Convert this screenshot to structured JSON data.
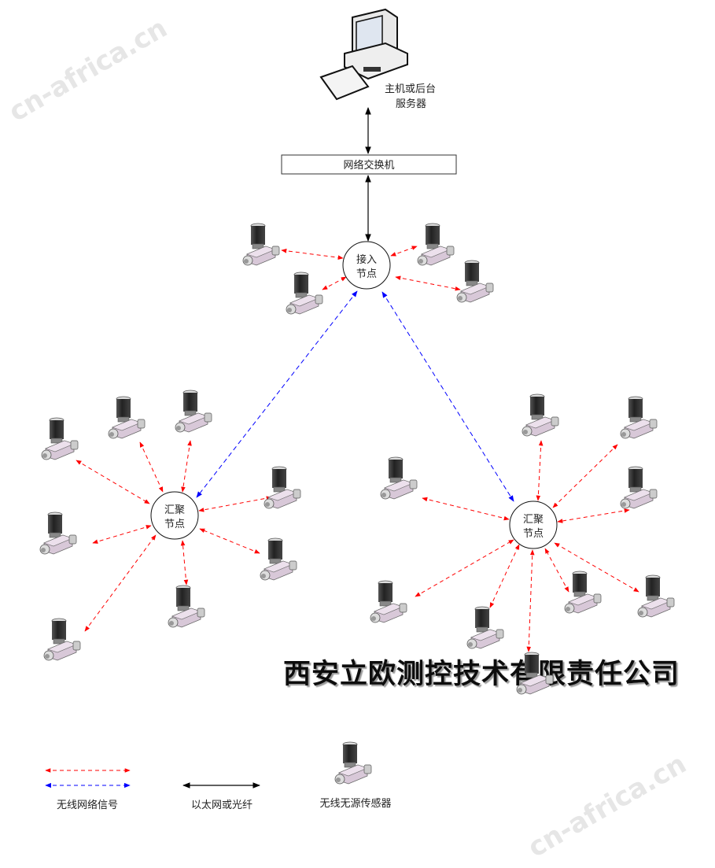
{
  "server": {
    "label_line1": "主机或后台",
    "label_line2": "服务器"
  },
  "switch": {
    "label": "网络交换机"
  },
  "nodes": {
    "access": {
      "line1": "接入",
      "line2": "节点"
    },
    "left_aggregation": {
      "line1": "汇聚",
      "line2": "节点"
    },
    "right_aggregation": {
      "line1": "汇聚",
      "line2": "节点"
    }
  },
  "company": "西安立欧测控技术有限责任公司",
  "watermark": "cn-africa.cn",
  "legend": {
    "wireless": "无线网络信号",
    "ethernet": "以太网或光纤",
    "sensor": "无线无源传感器"
  },
  "colors": {
    "wireless_red": "#ff0000",
    "wireless_blue": "#0000ff",
    "ethernet": "#000000"
  }
}
